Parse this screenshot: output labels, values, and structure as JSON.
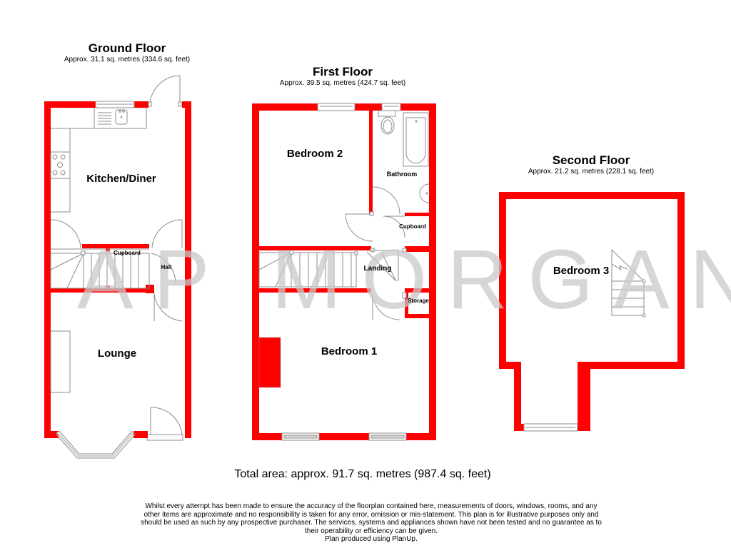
{
  "colors": {
    "wall": "#ff0000",
    "fixture_line": "#8c8c8c",
    "watermark": "#c8c8c8",
    "text": "#000000",
    "background": "#ffffff"
  },
  "watermark": {
    "text": "AP MORGAN"
  },
  "floors": [
    {
      "id": "ground",
      "title": "Ground Floor",
      "area": "Approx. 31.1 sq. metres (334.6 sq. feet)",
      "rooms": [
        {
          "name": "Kitchen/Diner"
        },
        {
          "name": "Cupboard"
        },
        {
          "name": "Hall"
        },
        {
          "name": "Lounge"
        }
      ]
    },
    {
      "id": "first",
      "title": "First Floor",
      "area": "Approx. 39.5 sq. metres (424.7 sq. feet)",
      "rooms": [
        {
          "name": "Bedroom 2"
        },
        {
          "name": "Bathroom"
        },
        {
          "name": "Cupboard"
        },
        {
          "name": "Landing"
        },
        {
          "name": "Storage"
        },
        {
          "name": "Bedroom 1"
        }
      ]
    },
    {
      "id": "second",
      "title": "Second Floor",
      "area": "Approx. 21.2 sq. metres (228.1 sq. feet)",
      "rooms": [
        {
          "name": "Bedroom 3"
        }
      ]
    }
  ],
  "total_area": "Total area: approx. 91.7 sq. metres (987.4 sq. feet)",
  "disclaimer": {
    "lines": [
      "Whilst every attempt has been made to ensure the accuracy of the floorplan contained here, measurements of doors, windows, rooms, and any",
      "other items are approximate and no responsibility is taken for any error, omission or mis-statement. This plan is for illustrative purposes only and",
      "should be used as such by any prospective purchaser. The services, systems and appliances shown have not been tested and no guarantee as to",
      "their operability or efficiency can be given.",
      "Plan produced using PlanUp."
    ]
  }
}
